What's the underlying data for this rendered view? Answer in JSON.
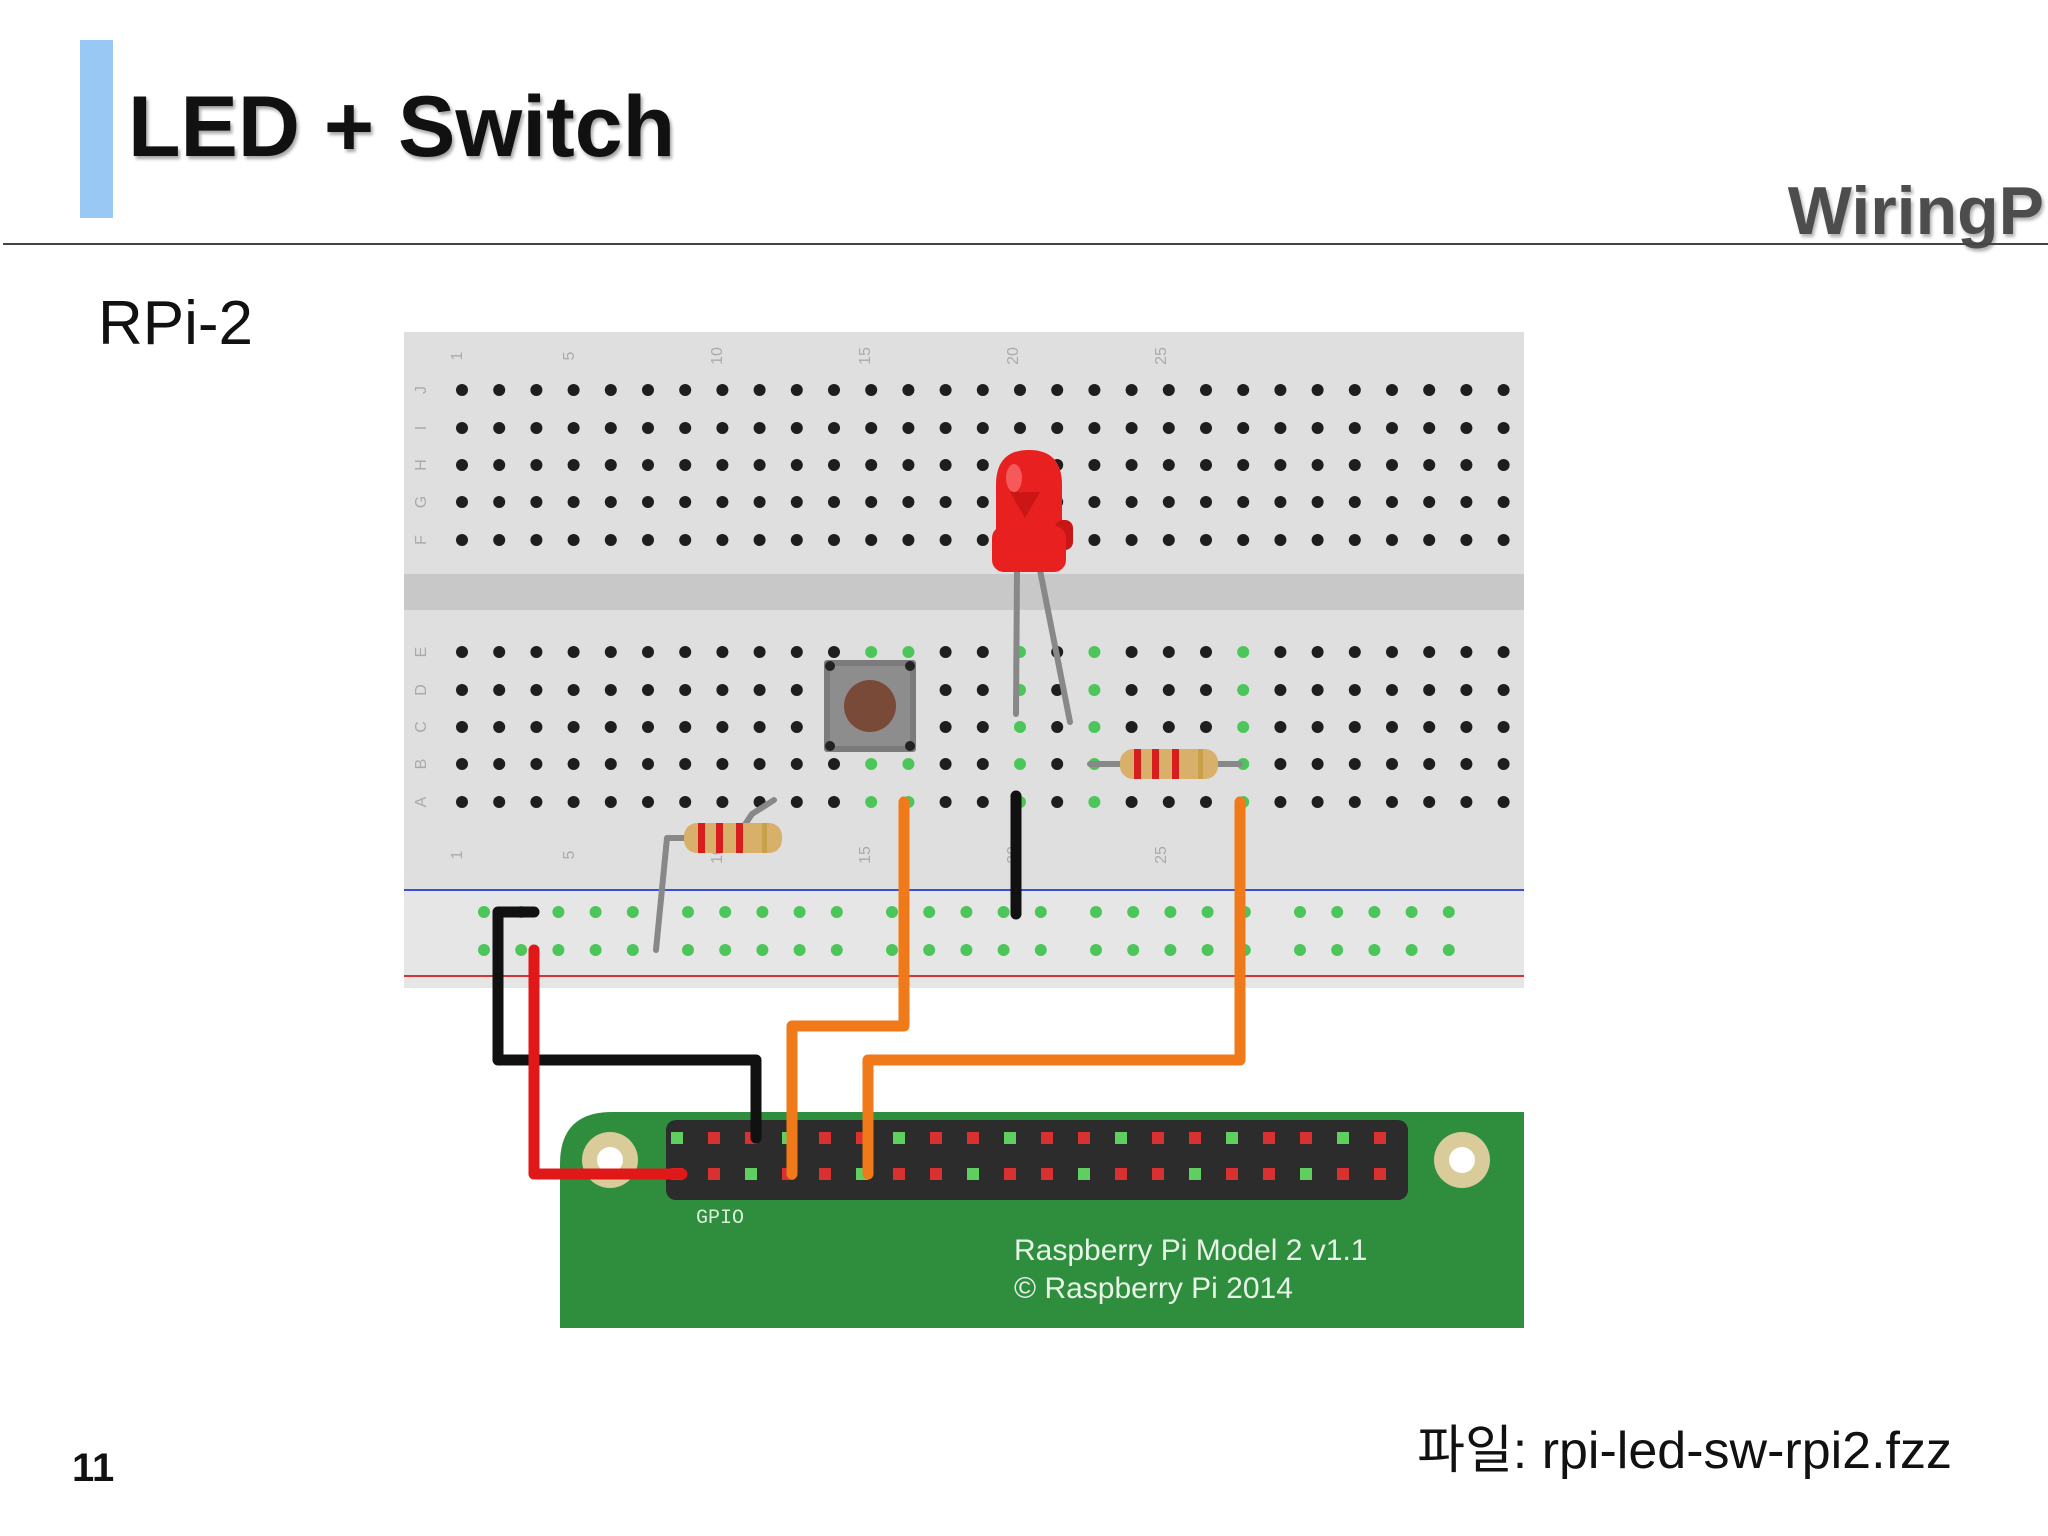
{
  "slide": {
    "title": "LED + Switch",
    "brand": "WiringP",
    "subtitle": "RPi-2",
    "file_caption": "파일: rpi-led-sw-rpi2.fzz",
    "page_number": "11"
  },
  "breadboard": {
    "column_labels": [
      "1",
      "5",
      "10",
      "15",
      "20",
      "25"
    ],
    "row_labels_top": [
      "J",
      "I",
      "H",
      "G",
      "F"
    ],
    "row_labels_bottom": [
      "E",
      "D",
      "C",
      "B",
      "A"
    ]
  },
  "board": {
    "header_label": "GPIO",
    "model_label": "Raspberry Pi Model 2 v1.1",
    "copyright_label": "© Raspberry Pi 2014"
  },
  "colors": {
    "accent": "#99c8f5",
    "pcb_green": "#2f8d3e",
    "wire_orange": "#f07a1a",
    "wire_red": "#e01818",
    "wire_black": "#111111",
    "led_red": "#e82020"
  }
}
